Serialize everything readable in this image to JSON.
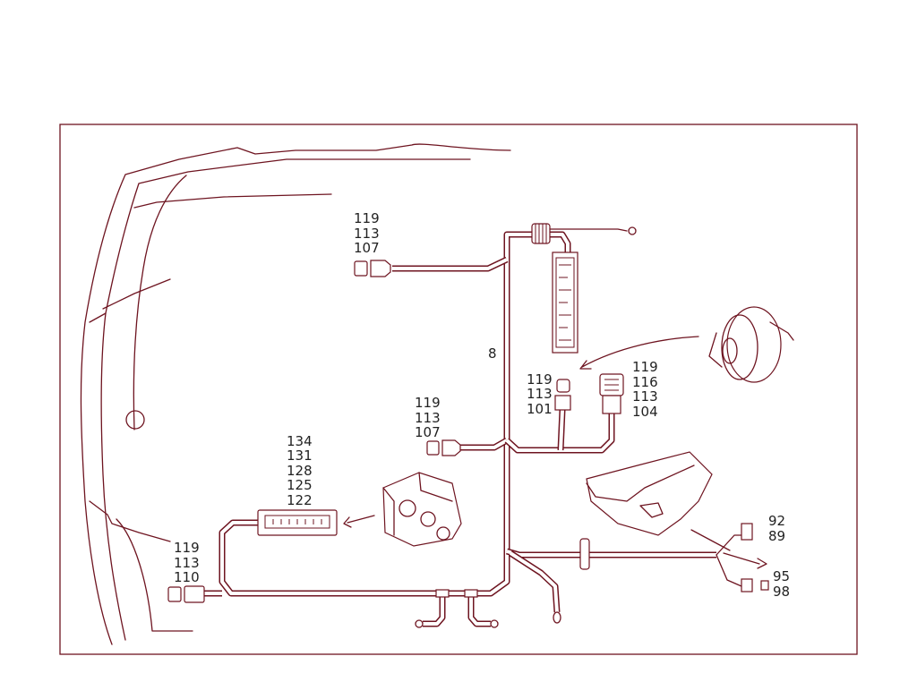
{
  "colors": {
    "line": "#6e1420",
    "text": "#222222",
    "background": "#ffffff"
  },
  "labels": {
    "top_connector": [
      "119",
      "113",
      "107"
    ],
    "harness_number": "8",
    "small_plug": [
      "119",
      "113",
      "101"
    ],
    "large_plug": [
      "119",
      "116",
      "113",
      "104"
    ],
    "mid_connector": [
      "119",
      "113",
      "107"
    ],
    "control_unit": [
      "134",
      "131",
      "128",
      "125",
      "122"
    ],
    "left_connector": [
      "119",
      "113",
      "110"
    ],
    "right_upper": [
      "92",
      "89"
    ],
    "right_lower": [
      "95",
      "98"
    ]
  }
}
